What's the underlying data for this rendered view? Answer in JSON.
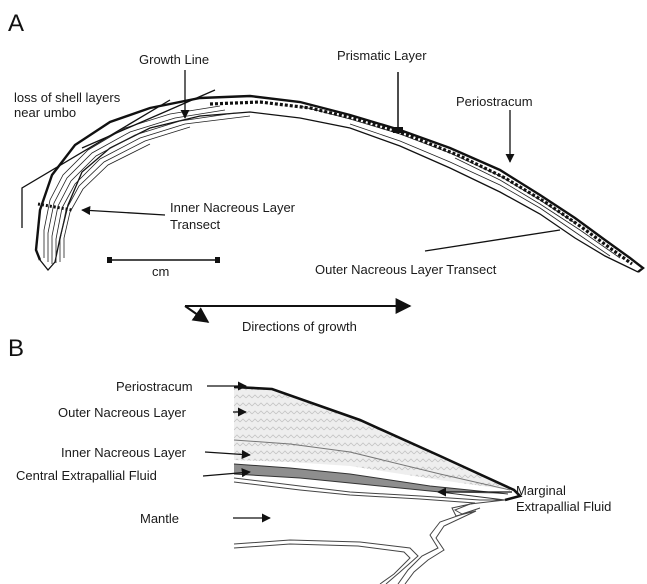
{
  "panel_a": {
    "letter": "A",
    "labels": {
      "growth_line": "Growth Line",
      "prismatic_layer": "Prismatic Layer",
      "loss_line1": "loss of shell layers",
      "loss_line2": "near umbo",
      "periostracum": "Periostracum",
      "inner_transect_line1": "Inner Nacreous Layer",
      "inner_transect_line2": "Transect",
      "outer_transect": "Outer Nacreous Layer Transect",
      "scale": "cm",
      "growth_direction": "Directions of growth"
    }
  },
  "panel_b": {
    "letter": "B",
    "labels": {
      "periostracum": "Periostracum",
      "outer_nacreous": "Outer Nacreous Layer",
      "inner_nacreous": "Inner Nacreous Layer",
      "central_fluid": "Central Extrapallial Fluid",
      "mantle": "Mantle",
      "marginal_line1": "Marginal",
      "marginal_line2": "Extrapallial Fluid"
    }
  }
}
